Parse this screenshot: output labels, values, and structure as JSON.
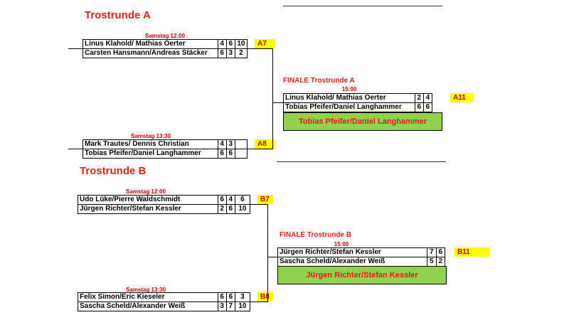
{
  "sections": {
    "a": {
      "title": "Trostrunde A",
      "matches": [
        {
          "time": "Samstag 12:00",
          "tag": "A7",
          "teams": [
            {
              "name": "Linus Klahold/ Mathias Oerter",
              "scores": [
                "4",
                "6",
                "10"
              ]
            },
            {
              "name": "Carsten Hansmann/Andreas Stäcker",
              "scores": [
                "6",
                "3",
                "2"
              ]
            }
          ]
        },
        {
          "time": "Samstag 13:30",
          "tag": "A8",
          "teams": [
            {
              "name": "Mark Trautes/ Dennis Christian",
              "scores": [
                "4",
                "3",
                ""
              ]
            },
            {
              "name": "Tobias Pfeifer/Daniel Langhammer",
              "scores": [
                "6",
                "6",
                ""
              ]
            }
          ]
        }
      ],
      "final": {
        "title": "FINALE Trostrunde A",
        "time": "15:00",
        "tag": "A11",
        "teams": [
          {
            "name": "Linus Klahold/ Mathias Oerter",
            "scores": [
              "2",
              "4"
            ]
          },
          {
            "name": "Tobias Pfeifer/Daniel Langhammer",
            "scores": [
              "6",
              "6"
            ]
          }
        ],
        "winner": "Tobias Pfeifer/Daniel Langhammer"
      }
    },
    "b": {
      "title": "Trostrunde B",
      "matches": [
        {
          "time": "Samstag 12:00",
          "tag": "B7",
          "teams": [
            {
              "name": "Udo Lüke/Pierre Waldschmidt",
              "scores": [
                "6",
                "4",
                "6"
              ]
            },
            {
              "name": "Jürgen Richter/Stefan Kessler",
              "scores": [
                "2",
                "6",
                "10"
              ]
            }
          ]
        },
        {
          "time": "Samstag 13:30",
          "tag": "B8",
          "teams": [
            {
              "name": "Felix Simon/Eric Kieseler",
              "scores": [
                "6",
                "6",
                "3"
              ]
            },
            {
              "name": "Sascha Scheld/Alexander Weiß",
              "scores": [
                "3",
                "7",
                "10"
              ]
            }
          ]
        }
      ],
      "final": {
        "title": "FINALE Trostrunde B",
        "time": "15:00",
        "tag": "B11",
        "teams": [
          {
            "name": "Jürgen Richter/Stefan Kessler",
            "scores": [
              "7",
              "6"
            ]
          },
          {
            "name": "Sascha Scheld/Alexander Weiß",
            "scores": [
              "5",
              "2"
            ]
          }
        ],
        "winner": "Jürgen Richter/Stefan Kessler"
      }
    }
  },
  "colors": {
    "title_red": "#e0201c",
    "time_red": "#c00000",
    "tag_yellow": "#ffff00",
    "winner_green": "#92d050"
  }
}
